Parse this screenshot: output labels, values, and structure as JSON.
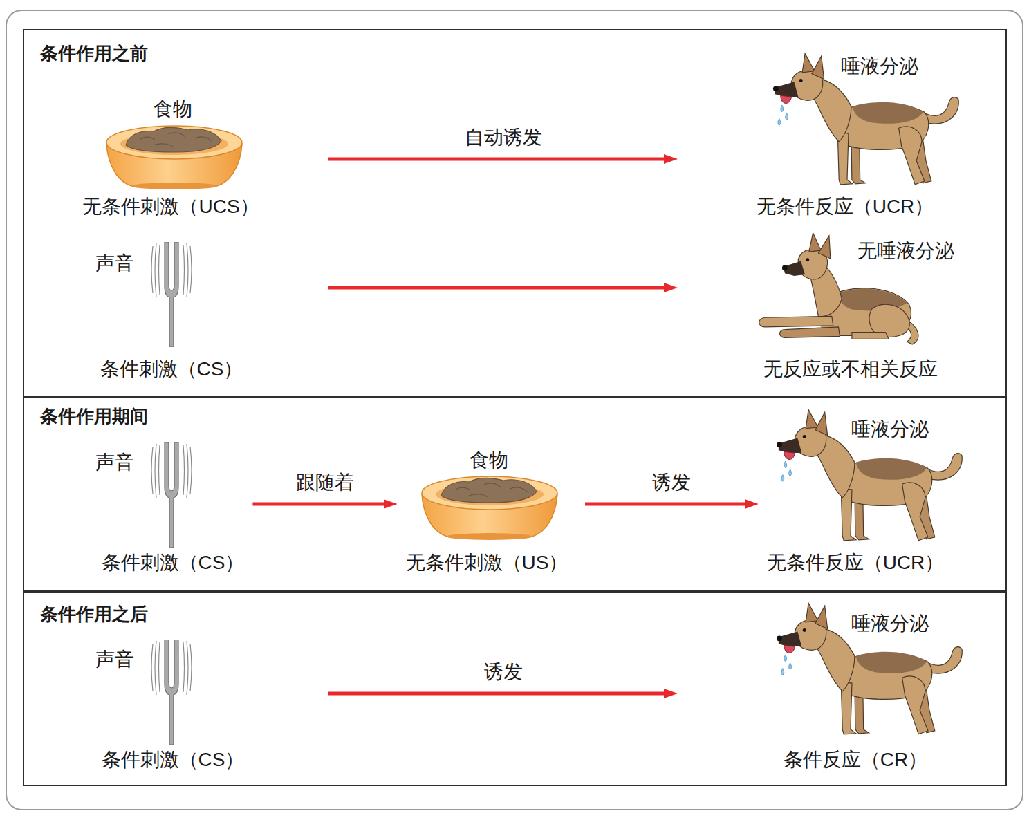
{
  "diagram": {
    "nodes": [
      {
        "text": [
          "条件作用之前"
        ]
      },
      {
        "text": [
          "食物",
          "无条件刺激（UCS）"
        ],
        "in": 0
      },
      {
        "text": [
          "唾液分泌",
          "无条件反应（UCR）"
        ],
        "in": 0
      },
      {
        "text": [
          "声音",
          "条件刺激（CS）"
        ],
        "in": 0
      },
      {
        "text": [
          "无唾液分泌",
          "无反应或不相关反应"
        ],
        "in": 0
      },
      {
        "text": [
          "条件作用期间"
        ]
      },
      {
        "text": [
          "声音",
          "条件刺激（CS）"
        ],
        "in": 5
      },
      {
        "text": [
          "食物",
          "无条件刺激（US）"
        ],
        "in": 5
      },
      {
        "text": [
          "唾液分泌",
          "无条件反应（UCR）"
        ],
        "in": 5
      },
      {
        "text": [
          "条件作用之后"
        ]
      },
      {
        "text": [
          "声音",
          "条件刺激（CS）"
        ],
        "in": 9
      },
      {
        "text": [
          "唾液分泌",
          "条件反应（CR）"
        ],
        "in": 9
      }
    ],
    "edges": [
      {
        "from": 1,
        "to": 2,
        "label": "自动诱发",
        "arrow": "to"
      },
      {
        "from": 3,
        "to": 4,
        "arrow": "to"
      },
      {
        "from": 6,
        "to": 7,
        "label": "跟随着",
        "arrow": "to"
      },
      {
        "from": 7,
        "to": 8,
        "label": "诱发",
        "arrow": "to"
      },
      {
        "from": 10,
        "to": 11,
        "label": "诱发",
        "arrow": "to"
      }
    ]
  }
}
